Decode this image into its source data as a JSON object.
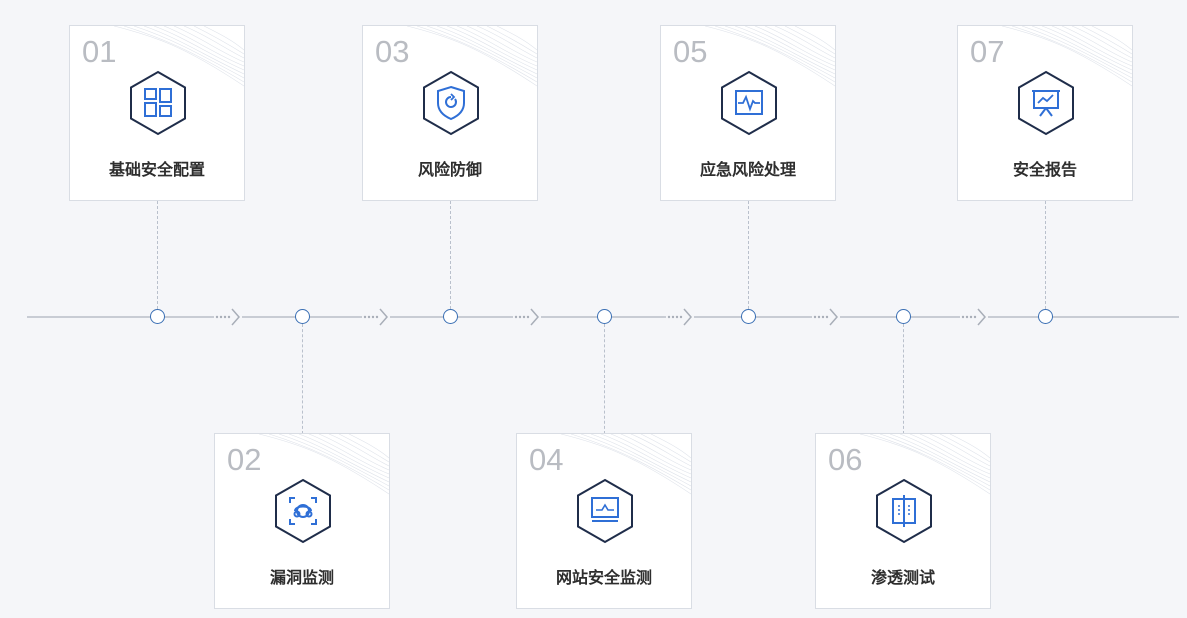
{
  "steps": [
    {
      "num": "01",
      "title": "基础安全配置",
      "icon": "layout-grid-icon"
    },
    {
      "num": "02",
      "title": "漏洞监测",
      "icon": "vulnerability-scan-icon"
    },
    {
      "num": "03",
      "title": "风险防御",
      "icon": "shield-refresh-icon"
    },
    {
      "num": "04",
      "title": "网站安全监测",
      "icon": "monitor-icon"
    },
    {
      "num": "05",
      "title": "应急风险处理",
      "icon": "pulse-monitor-icon"
    },
    {
      "num": "06",
      "title": "渗透测试",
      "icon": "penetration-test-icon"
    },
    {
      "num": "07",
      "title": "安全报告",
      "icon": "presentation-chart-icon"
    }
  ],
  "colors": {
    "accent": "#2f6fd6",
    "hex_stroke": "#1f2d4a",
    "node": "#3a6fb4",
    "line": "#c8ccd4",
    "number": "#b9bcc2",
    "title": "#2e2e2e"
  }
}
